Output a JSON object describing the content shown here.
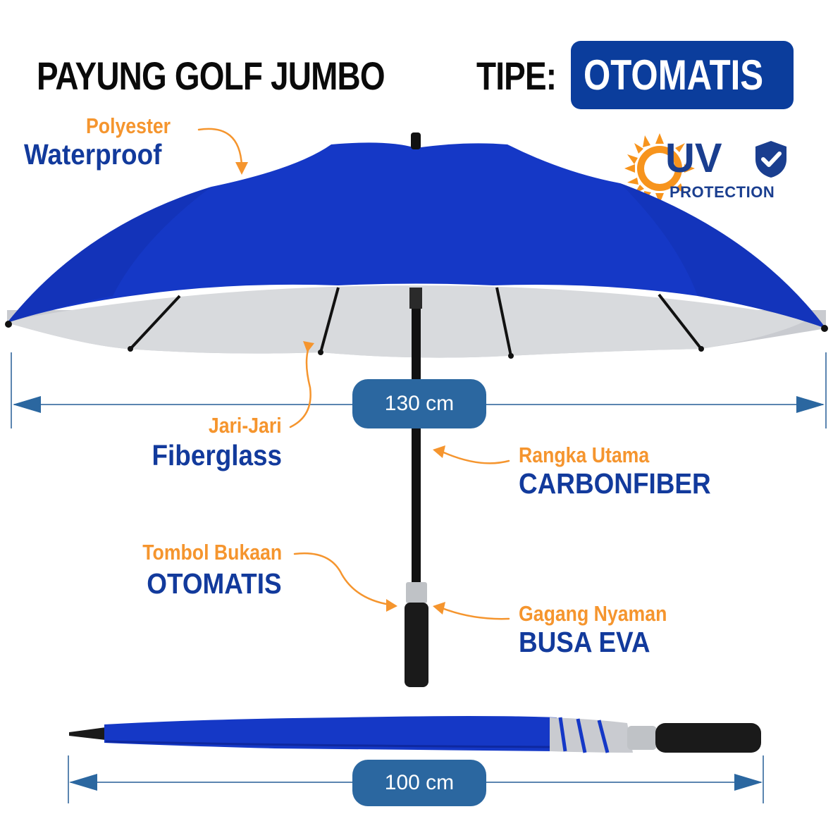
{
  "header": {
    "title": "PAYUNG GOLF JUMBO",
    "type_label": "TIPE:",
    "type_value": "OTOMATIS"
  },
  "uv_badge": {
    "big": "UV",
    "small": "PROTECTION",
    "icons": [
      "sun-icon",
      "shield-check-icon"
    ]
  },
  "callouts": {
    "canopy": {
      "label": "Polyester",
      "value": "Waterproof"
    },
    "ribs": {
      "label": "Jari-Jari",
      "value": "Fiberglass"
    },
    "frame": {
      "label": "Rangka Utama",
      "value": "CARBONFIBER"
    },
    "button": {
      "label": "Tombol Bukaan",
      "value": "OTOMATIS"
    },
    "handle": {
      "label": "Gagang Nyaman",
      "value": "BUSA EVA"
    }
  },
  "dimensions": {
    "open_width": "130 cm",
    "closed_length": "100 cm"
  },
  "colors": {
    "canopy_blue": "#1538c6",
    "label_orange": "#f5952e",
    "value_blue": "#123a9c",
    "badge_blue": "#0b3d9c",
    "pill_blue": "#2b67a0"
  }
}
